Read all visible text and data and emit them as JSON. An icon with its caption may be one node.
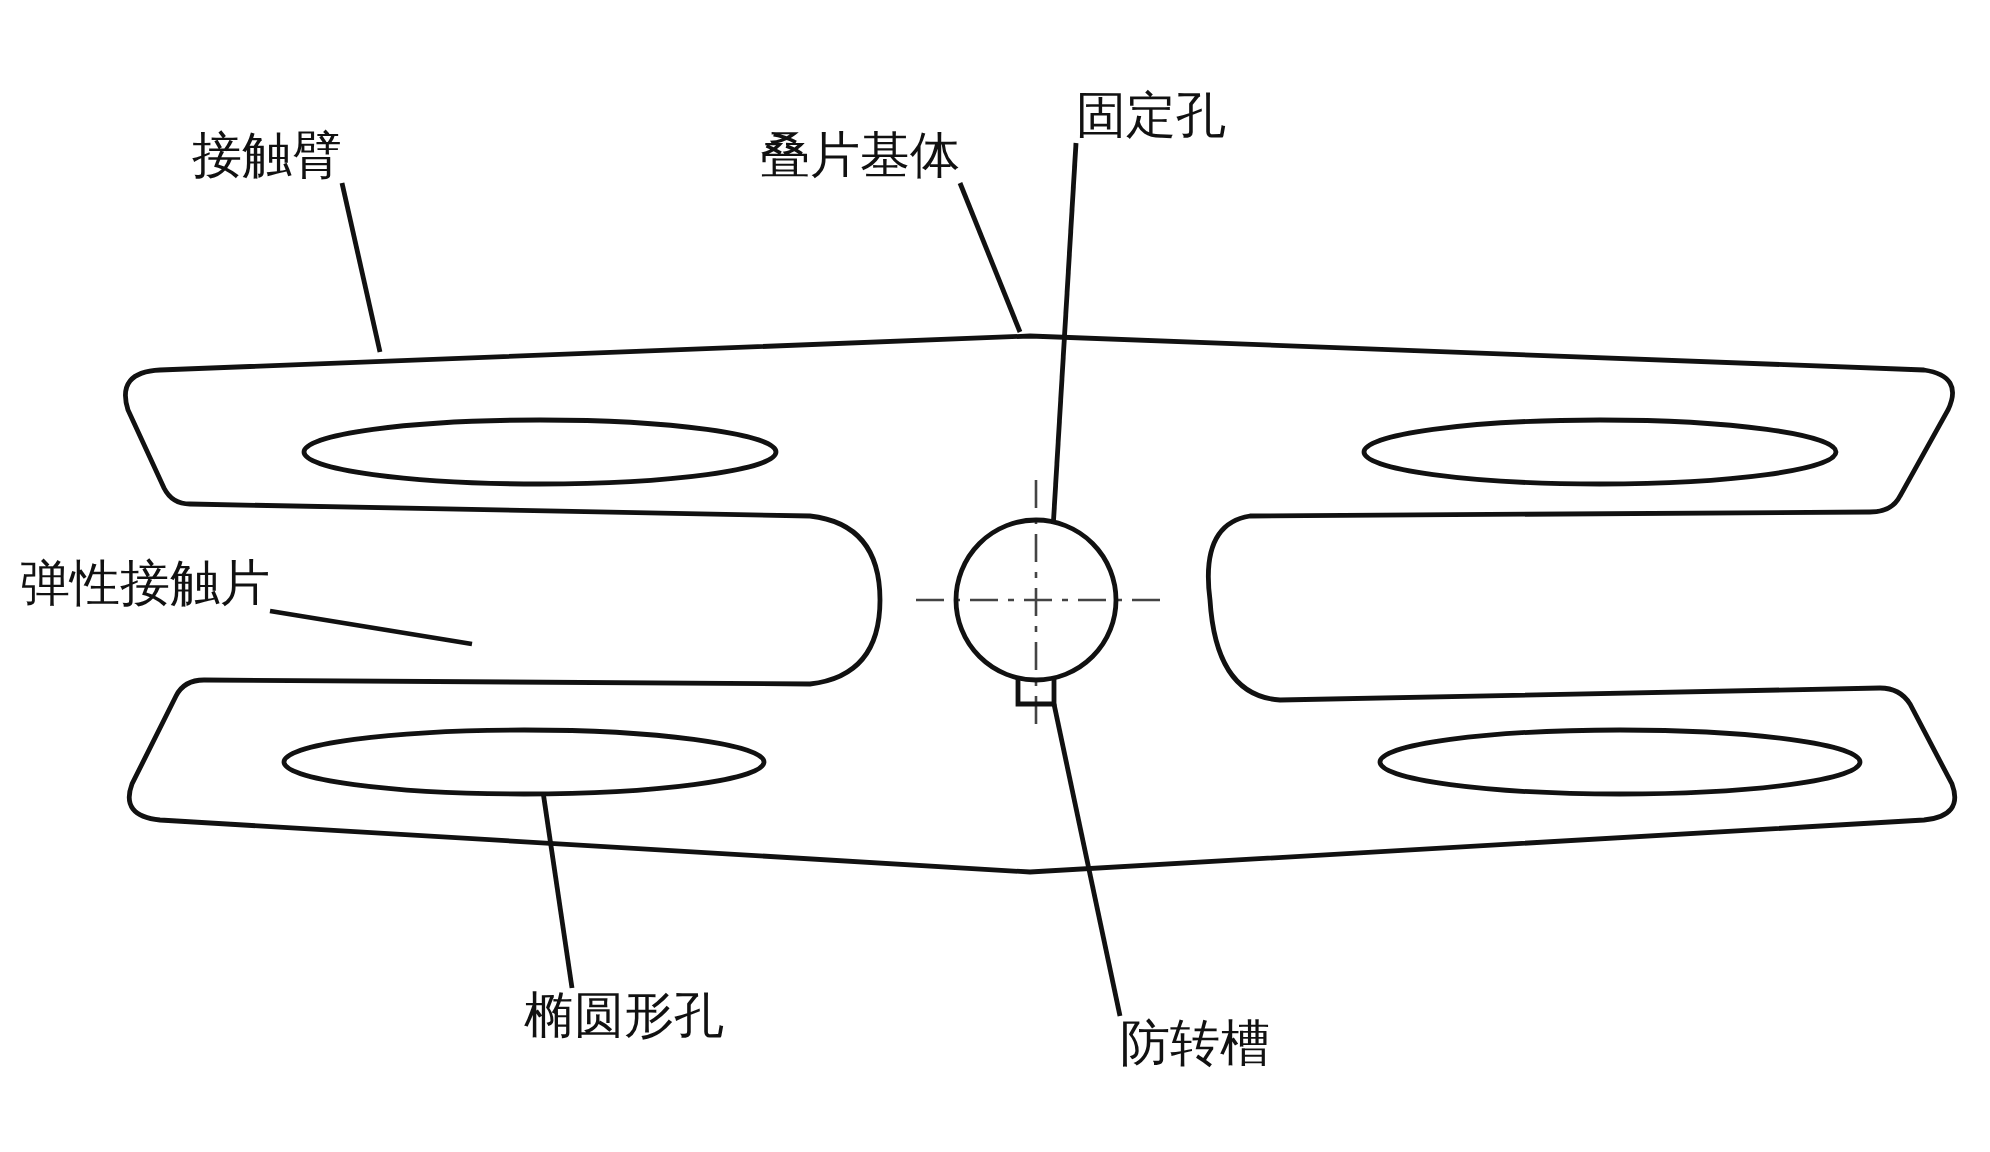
{
  "diagram": {
    "nodes": [
      {
        "text": [
          "接触臂"
        ]
      },
      {
        "text": [
          "叠片基体"
        ]
      },
      {
        "text": [
          "固定孔"
        ]
      },
      {
        "text": [
          "弹性接触片"
        ]
      },
      {
        "text": [
          "椭圆形孔"
        ]
      },
      {
        "text": [
          "防转槽"
        ]
      },
      {
        "text": [],
        "shape": "circle"
      },
      {
        "text": [],
        "shape": "ellipse"
      },
      {
        "text": [],
        "shape": "box"
      }
    ],
    "edges": [
      {
        "from": 0,
        "to": null,
        "arrow": "none"
      },
      {
        "from": 1,
        "to": null,
        "arrow": "none"
      },
      {
        "from": 2,
        "to": 6,
        "arrow": "none"
      },
      {
        "from": 3,
        "to": null,
        "arrow": "none"
      },
      {
        "from": 4,
        "to": 7,
        "arrow": "none"
      },
      {
        "from": 5,
        "to": 8,
        "arrow": "none"
      }
    ]
  }
}
